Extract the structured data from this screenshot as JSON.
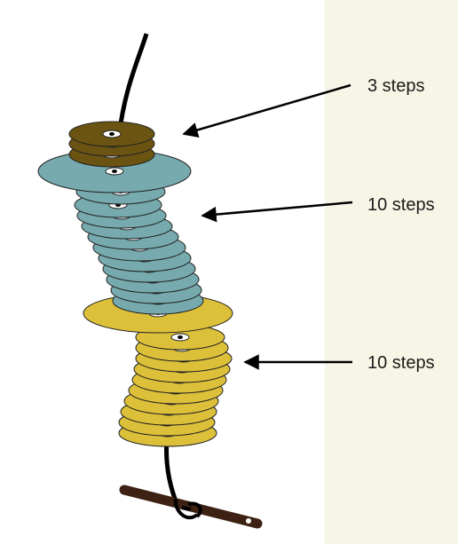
{
  "labels": {
    "top": "3 steps",
    "middle": "10 steps",
    "bottom": "10 steps"
  },
  "colors": {
    "background": "#f7f6e6",
    "panel": "#ffffff",
    "brown_disc": "#6b5412",
    "blue_disc": "#76aaae",
    "yellow_disc": "#ddc03a",
    "cord": "#000000",
    "stick": "#3d2214"
  }
}
